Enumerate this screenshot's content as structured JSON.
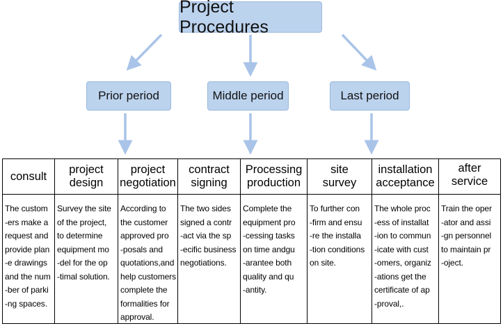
{
  "title": "Project Procedures",
  "phases": [
    "Prior period",
    "Middle period",
    "Last period"
  ],
  "steps": [
    {
      "header": "consult",
      "body": "The custom\n-ers make a\nrequest and\nprovide plan\n-e drawings\nand the num\n-ber of parki\n-ng spaces."
    },
    {
      "header": "project\ndesign",
      "body": "Survey the site\nof the project,\nto determine\nequipment mo\n-del for the op\n-timal solution."
    },
    {
      "header": "project\nnegotiation",
      "body": "According to\nthe customer\napproved pro\n-posals and\nquotations,and\nhelp customers\ncomplete the\nformalities for\napproval."
    },
    {
      "header": "contract\nsigning",
      "body": "The two sides\nsigned a contr\n-act via the sp\n-ecific business\nnegotiations."
    },
    {
      "header": "Processing\nproduction",
      "body": "Complete the\nequipment pro\n-cessing tasks\non time andgu\n-arantee both\nquality and qu\n-antity."
    },
    {
      "header": "site\nsurvey",
      "body": "To further con\n-firm and ensu\n-re the installa\n-tion conditions\non site."
    },
    {
      "header": "installation\nacceptance",
      "body": "The whole proc\n-ess of installat\n-ion to commun\n-icate with cust\n-omers, organiz\n-ations get the\ncertificate of ap\n-proval,."
    },
    {
      "header": "after\nservice",
      "body": "Train the oper\n-ator and assi\n-gn personnel\nto maintain pr\n-oject."
    }
  ],
  "colors": {
    "box_fill": "#bcd3ee",
    "box_border": "#9ab7dd",
    "arrow": "#a9c4e8"
  }
}
